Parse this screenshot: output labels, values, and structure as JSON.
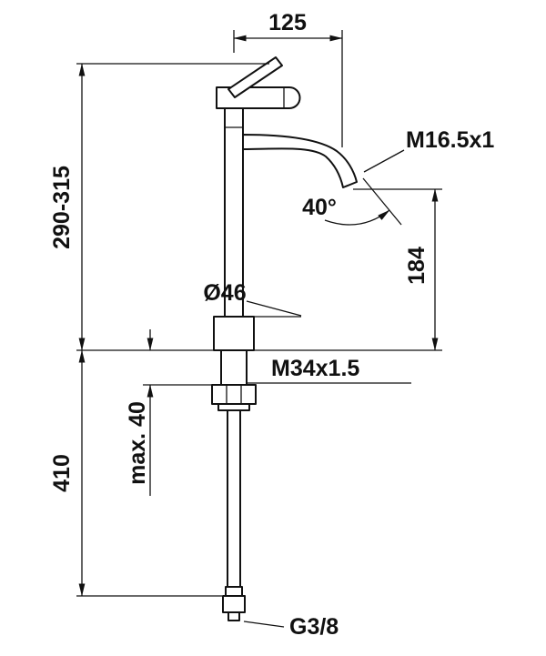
{
  "drawing": {
    "labels": {
      "top_width": "125",
      "height_range": "290-315",
      "aerator_thread": "M16.5x1",
      "spout_angle": "40°",
      "spout_height": "184",
      "base_diameter": "Ø46",
      "body_thread": "M34x1.5",
      "max_thickness": "max. 40",
      "lower_height": "410",
      "connector_thread": "G3/8"
    },
    "colors": {
      "line": "#111111",
      "background": "#ffffff"
    }
  }
}
